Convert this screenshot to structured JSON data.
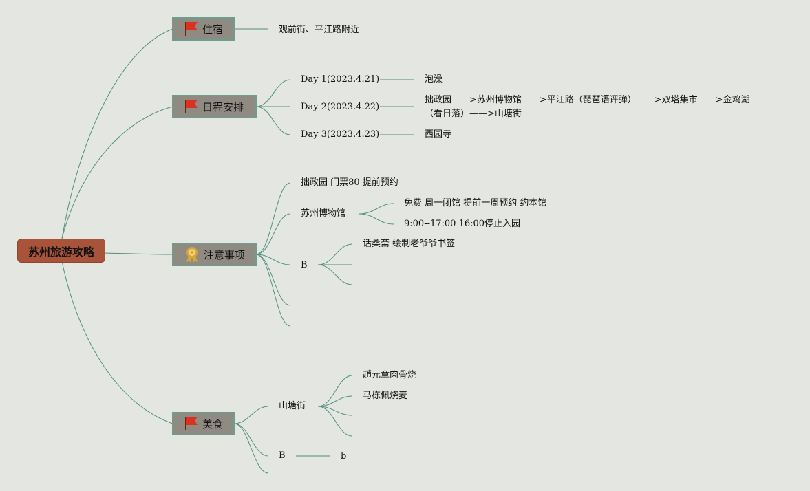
{
  "root": {
    "label": "苏州旅游攻略"
  },
  "branches": {
    "lodging": {
      "label": "住宿",
      "icon": "red-flag-icon",
      "items": [
        "观前街、平江路附近"
      ]
    },
    "schedule": {
      "label": "日程安排",
      "icon": "red-flag-icon",
      "days": [
        {
          "label": "Day 1(2023.4.21)",
          "detail": "泡澡"
        },
        {
          "label": "Day 2(2023.4.22)",
          "detail_line1": "拙政园——>苏州博物馆——>平江路（琵琶语评弹）——>双塔集市——>金鸡湖",
          "detail_line2": "（看日落）——>山塘街"
        },
        {
          "label": "Day 3(2023.4.23)",
          "detail": "西园寺"
        }
      ]
    },
    "notes": {
      "label": "注意事项",
      "icon": "medal-icon",
      "item1": "拙政园 门票80 提前预约",
      "museum": {
        "label": "苏州博物馆",
        "children": [
          "免费 周一闭馆 提前一周预约 约本馆",
          "9:00--17:00 16:00停止入园"
        ]
      },
      "b": {
        "label": "B",
        "children": [
          "话桑斋 绘制老爷爷书签"
        ]
      }
    },
    "food": {
      "label": "美食",
      "icon": "red-flag-icon",
      "shantang": {
        "label": "山塘街",
        "children": [
          "趙元章肉骨烧",
          "马栋佩烧麦"
        ]
      },
      "b": {
        "label": "B",
        "child": "b"
      }
    }
  },
  "colors": {
    "background": "#e4e6e2",
    "root_fill": "#a9543a",
    "branch_fill": "#8f8b82",
    "branch_border": "#6e9d8d",
    "line": "#4f8f7f",
    "flag": "#d9321f",
    "medal": "#d9a43a"
  }
}
